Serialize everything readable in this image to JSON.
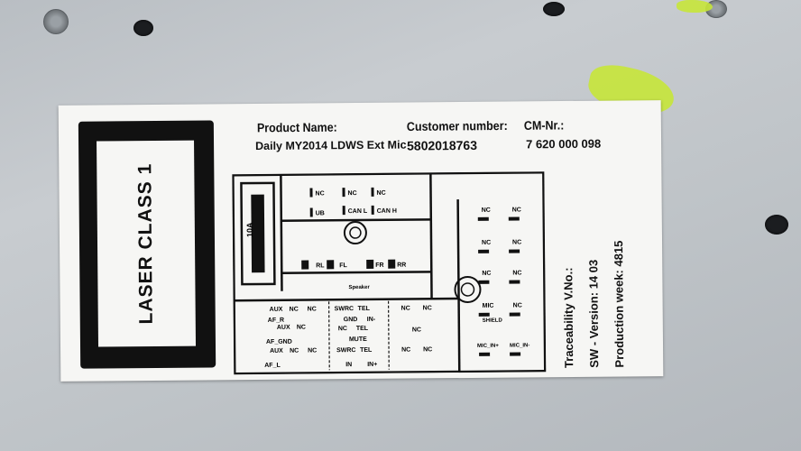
{
  "label": {
    "laser_class": "LASER CLASS 1",
    "product_name_label": "Product Name:",
    "product_name_value": "Daily MY2014 LDWS Ext Mic",
    "customer_number_label": "Customer number:",
    "customer_number_value": "5802018763",
    "cm_nr_label": "CM-Nr.:",
    "cm_nr_value": "7 620 000 098",
    "traceability": "Traceability V.No.:",
    "sw_version": "SW - Version: 14 03",
    "production_week": "Production week: 4815"
  },
  "diagram": {
    "fuse": "10A",
    "power_pins": [
      "UB",
      "NC",
      "NC",
      "NC",
      "CAN L",
      "CAN H"
    ],
    "speakers": [
      "RL",
      "FL",
      "FR",
      "RR"
    ],
    "speaker_label": "Speaker",
    "aux_block": [
      "AUX",
      "NC",
      "NC",
      "AF_R",
      "AUX",
      "NC",
      "AF_GND",
      "AUX",
      "NC",
      "NC",
      "AF_L"
    ],
    "swrc_block": [
      "SWRC",
      "TEL",
      "GND",
      "IN-",
      "NC",
      "TEL",
      "MUTE",
      "SWRC",
      "TEL",
      "IN",
      "IN+"
    ],
    "nc_block": [
      "NC",
      "NC",
      "NC",
      "NC",
      "NC"
    ],
    "mic_block": [
      "NC",
      "NC",
      "NC",
      "NC",
      "NC",
      "NC",
      "MIC",
      "NC",
      "SHIELD",
      "MIC_IN+",
      "MIC_IN-"
    ]
  }
}
